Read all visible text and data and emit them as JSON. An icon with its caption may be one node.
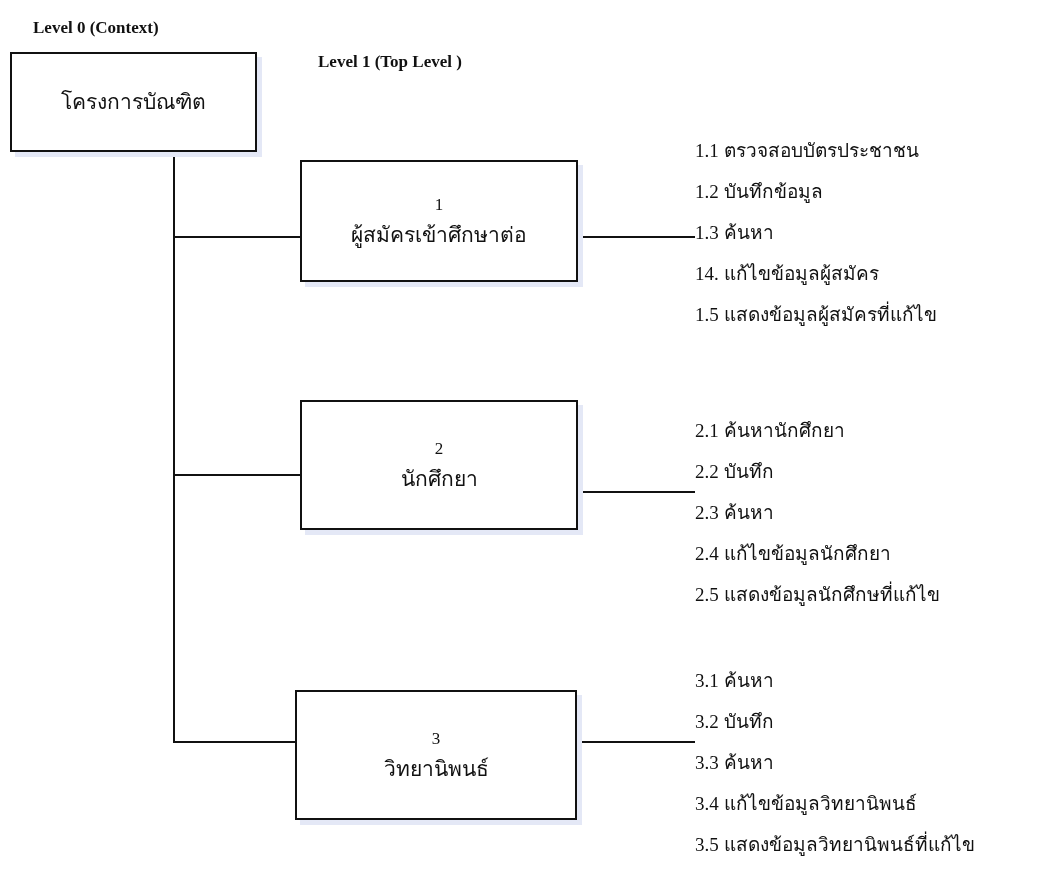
{
  "diagram": {
    "nodes": [
      {
        "text": [
          "โครงการบัณฑิต"
        ]
      },
      {
        "text": [
          "1",
          "ผู้สมัครเข้าศึกษาต่อ"
        ]
      },
      {
        "text": [
          "1.1 ตรวจสอบบัตรประชาชน",
          "1.2 บันทึกข้อมูล",
          "1.3 ค้นหา",
          "14. แก้ไขข้อมูลผู้สมัคร",
          "1.5 แสดงข้อมูลผู้สมัครที่แก้ไข"
        ]
      },
      {
        "text": [
          "2",
          "นักศึกยา"
        ]
      },
      {
        "text": [
          "2.1 ค้นหานักศึกยา",
          "2.2 บันทึก",
          "2.3 ค้นหา",
          "2.4 แก้ไขข้อมูลนักศึกยา",
          "2.5 แสดงข้อมูลนักศึกษที่แก้ไข"
        ]
      },
      {
        "text": [
          "3",
          "วิทยานิพนธ์"
        ]
      },
      {
        "text": [
          "3.1 ค้นหา",
          "3.2 บันทึก",
          "3.3 ค้นหา",
          "3.4 แก้ไขข้อมูลวิทยานิพนธ์",
          "3.5 แสดงข้อมูลวิทยานิพนธ์ที่แก้ไข"
        ]
      }
    ],
    "edges": [
      {
        "from": 0,
        "to": 1,
        "arrow": "none"
      },
      {
        "from": 0,
        "to": 3,
        "arrow": "none"
      },
      {
        "from": 0,
        "to": 5,
        "arrow": "none"
      },
      {
        "from": 1,
        "to": 2,
        "arrow": "none"
      },
      {
        "from": 3,
        "to": 4,
        "arrow": "none"
      },
      {
        "from": 5,
        "to": 6,
        "arrow": "none"
      }
    ],
    "labels": [
      "Level 0  (Context)",
      "Level 1 (Top Level )"
    ]
  }
}
